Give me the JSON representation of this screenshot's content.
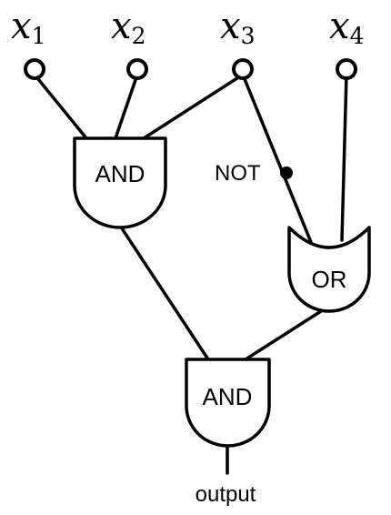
{
  "inputs": [
    {
      "base": "x",
      "sub": "1"
    },
    {
      "base": "x",
      "sub": "2"
    },
    {
      "base": "x",
      "sub": "3"
    },
    {
      "base": "x",
      "sub": "4"
    }
  ],
  "gates": {
    "and_top": "AND",
    "or": "OR",
    "and_bottom": "AND"
  },
  "not_label": "NOT",
  "output_label": "output"
}
